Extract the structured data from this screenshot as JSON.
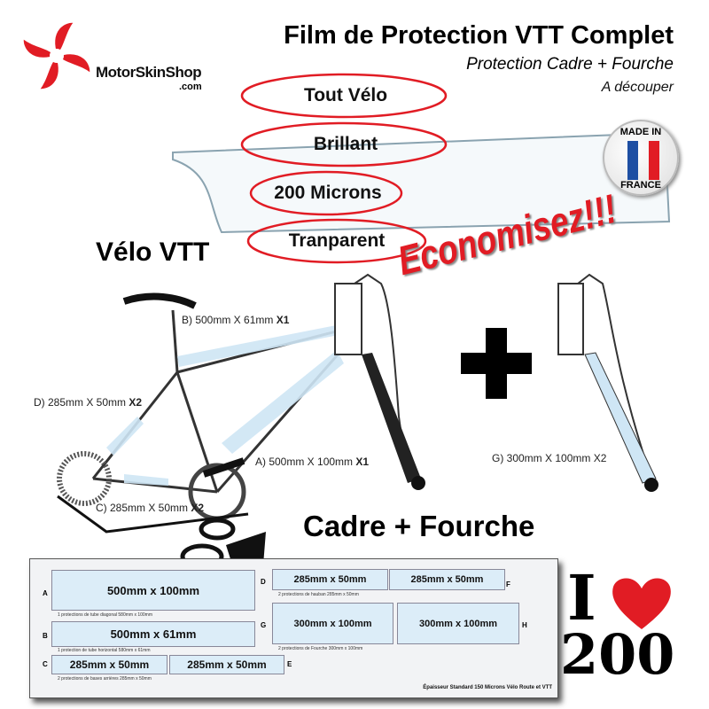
{
  "header": {
    "title": "Film de Protection VTT Complet",
    "subtitle": "Protection Cadre + Fourche",
    "subtitle2": "A découper"
  },
  "brand": {
    "name": "MotorSkinShop",
    ".com": ".com",
    "domain": ".com"
  },
  "features": [
    "Tout Vélo",
    "Brillant",
    "200 Microns",
    "Tranparent"
  ],
  "badge": {
    "line1": "MADE IN",
    "line2": "FRANCE"
  },
  "promo": "Economisez!!!",
  "bike": {
    "title": "Vélo VTT",
    "labels": [
      {
        "text": "B) 500mm X 61mm ",
        "qty": "X1"
      },
      {
        "text": "D) 285mm X 50mm ",
        "qty": "X2"
      },
      {
        "text": "A) 500mm X 100mm ",
        "qty": "X1"
      },
      {
        "text": "C) 285mm X 50mm ",
        "qty": "X2"
      }
    ],
    "fork_label": "G) 300mm X 100mm X2"
  },
  "section_title": "Cadre + Fourche",
  "sheet": {
    "letters": [
      "A",
      "B",
      "C",
      "D",
      "E",
      "F",
      "G",
      "H"
    ],
    "boxes": {
      "A": "500mm x 100mm",
      "B": "500mm x 61mm",
      "C": "285mm x 50mm",
      "E": "285mm x 50mm",
      "D": "285mm x 50mm",
      "F": "285mm x 50mm",
      "G": "300mm x 100mm",
      "H": "300mm x 100mm"
    },
    "notes": [
      "1 protections de tube diagonal 580mm x 100mm",
      "1 protection de tube horizontal 580mm x 61mm",
      "2 protections de bases arrières 285mm x 50mm",
      "2 protections de hauban 285mm x 50mm",
      "2 protections de Fourche 300mm x 100mm"
    ],
    "footer": "Épaisseur Standard 150 Microns Vélo Route et VTT"
  },
  "love": {
    "letter": "I",
    "number": "200"
  }
}
